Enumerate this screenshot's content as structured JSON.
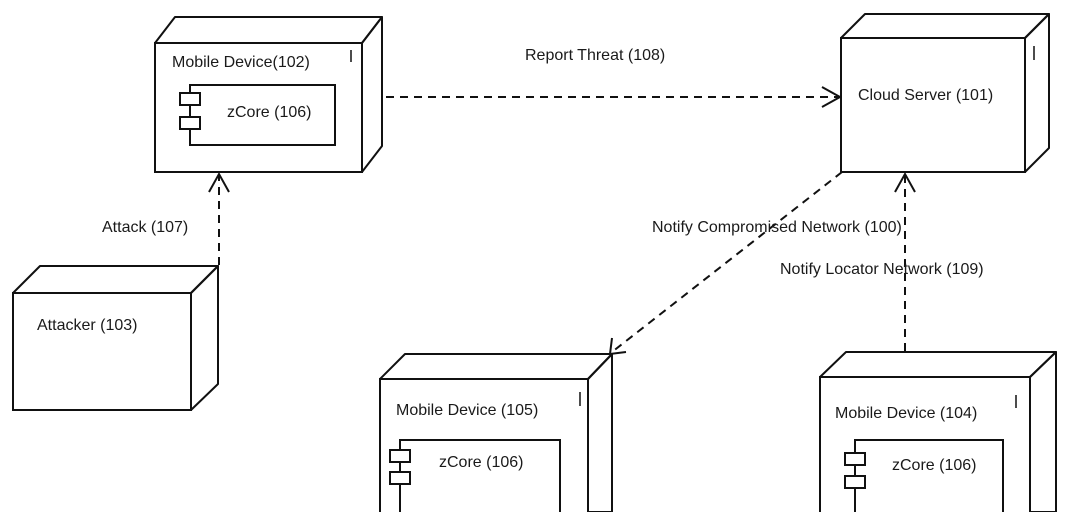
{
  "nodes": {
    "mobile_device_102": {
      "title": "Mobile Device(102)",
      "component": "zCore (106)"
    },
    "cloud_server_101": {
      "title": "Cloud Server (101)"
    },
    "attacker_103": {
      "title": "Attacker (103)"
    },
    "mobile_device_105": {
      "title": "Mobile Device (105)",
      "component": "zCore (106)"
    },
    "mobile_device_104": {
      "title": "Mobile Device (104)",
      "component": "zCore (106)"
    }
  },
  "edges": {
    "report_threat": "Report Threat (108)",
    "attack": "Attack (107)",
    "notify_compromised": "Notify Compromised Network (100)",
    "notify_locator": "Notify Locator Network (109)"
  }
}
